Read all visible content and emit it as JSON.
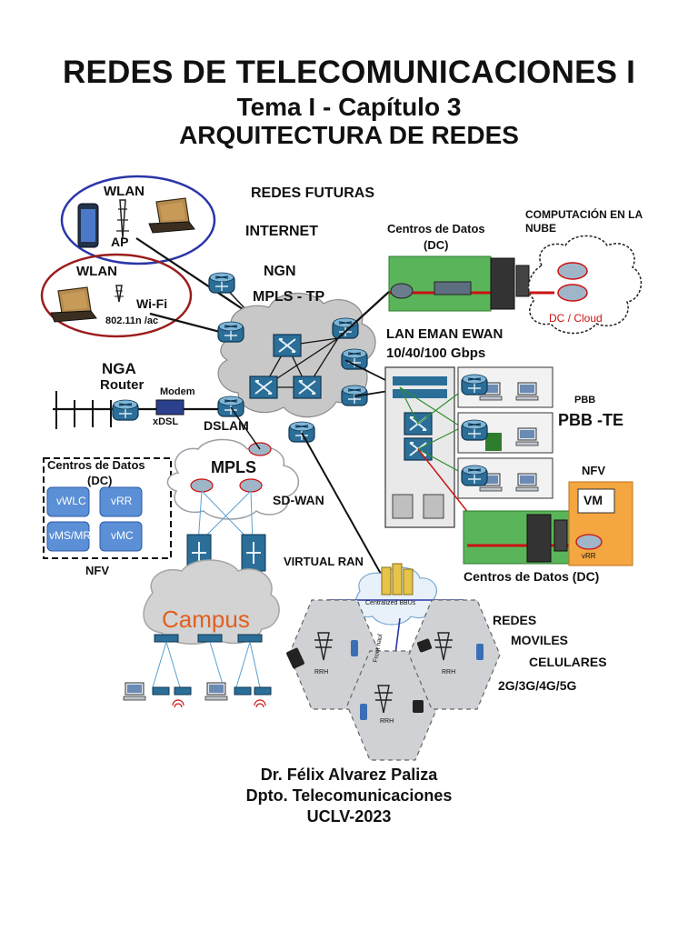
{
  "header": {
    "title": "REDES DE TELECOMUNICACIONES I",
    "subtitle": "Tema I - Capítulo 3",
    "topic": "ARQUITECTURA DE REDES"
  },
  "diagram": {
    "wlan_top": "WLAN",
    "ap": "AP",
    "wlan_bottom": "WLAN",
    "wifi": "Wi-Fi",
    "wifi_std": "802.11n /ac",
    "redes_futuras": "REDES FUTURAS",
    "internet": "INTERNET",
    "ngn": "NGN",
    "mpls_tp": "MPLS - TP",
    "dc_top_title": "Centros de Datos",
    "dc_top_abbr": "(DC)",
    "cloud_title": "COMPUTACIÓN EN LA NUBE",
    "cloud_label": "DC / Cloud",
    "lan": "LAN  EMAN EWAN",
    "speed": "10/40/100 Gbps",
    "nga": "NGA",
    "router": "Router",
    "modem": "Modem",
    "xdsl": "xDSL",
    "dslam": "DSLAM",
    "pbb": "PBB",
    "pbb_te": "PBB -TE",
    "nfv_right": "NFV",
    "vm": "VM",
    "vrr_small": "vRR",
    "dc_bottom": "Centros de Datos (DC)",
    "dc_left_title": "Centros de Datos",
    "dc_left_abbr": "(DC)",
    "vwlc": "vWLC",
    "vrr": "vRR",
    "vms": "vMS/MR",
    "vmc": "vMC",
    "nfv_left": "NFV",
    "mpls": "MPLS",
    "sdwan": "SD-WAN",
    "virtual_ran": "VIRTUAL RAN",
    "bbus": "Centralized BBUs",
    "campus": "Campus",
    "redes": "REDES",
    "moviles": "MOVILES",
    "celulares": "CELULARES",
    "generations": "2G/3G/4G/5G",
    "rrh": "RRH",
    "fronthaul": "Front haul"
  },
  "footer": {
    "author": "Dr. Félix Alvarez Paliza",
    "dept": "Dpto. Telecomunicaciones",
    "inst": "UCLV-2023"
  },
  "colors": {
    "title": "#111111",
    "router_blue": "#1f5f86",
    "cloud_gray": "#c8c8c8",
    "dc_green": "#5ab45a",
    "nfv_orange": "#f4a640",
    "nfv_blue_box": "#5b8fd6",
    "red_link": "#cc1111",
    "ellipse_blue": "#2a36a8",
    "ellipse_red": "#9b1c1c"
  }
}
